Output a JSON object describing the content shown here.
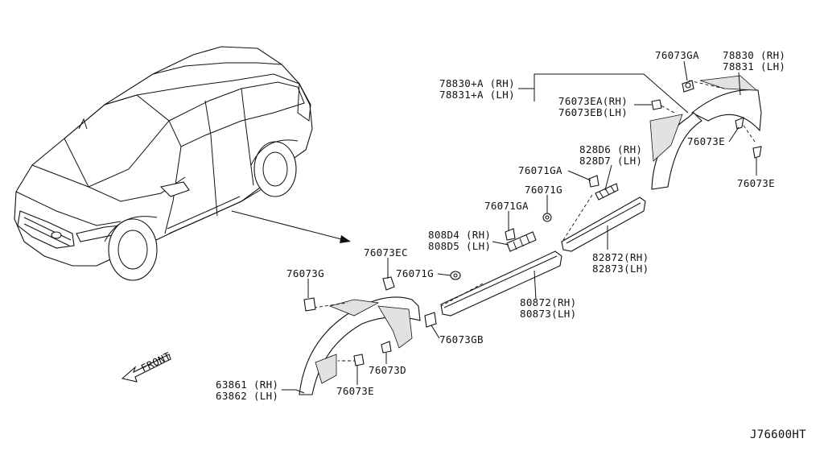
{
  "diagram_code": "J76600HT",
  "front_label": "FRONT",
  "labels": {
    "p78830": "78830 (RH)",
    "p78831": "78831 (LH)",
    "p76073GA": "76073GA",
    "p78830A": "78830+A (RH)",
    "p78831A": "78831+A (LH)",
    "p76073EA": "76073EA(RH)",
    "p76073EB": "76073EB(LH)",
    "p76073E_a": "76073E",
    "p76073E_b": "76073E",
    "p82806": "828D6 (RH)",
    "p82807": "828D7 (LH)",
    "p76071GA_a": "76071GA",
    "p76071G_a": "76071G",
    "p76071GA_b": "76071GA",
    "p80804": "808D4 (RH)",
    "p80805": "808D5 (LH)",
    "p82872": "82872(RH)",
    "p82873": "82873(LH)",
    "p76073EC": "76073EC",
    "p76071G_b": "76071G",
    "p80872": "80872(RH)",
    "p80873": "80873(LH)",
    "p76073G": "76073G",
    "p76073GB": "76073GB",
    "p76073D": "76073D",
    "p63861": "63861 (RH)",
    "p63862": "63862 (LH)",
    "p76073E_c": "76073E"
  }
}
